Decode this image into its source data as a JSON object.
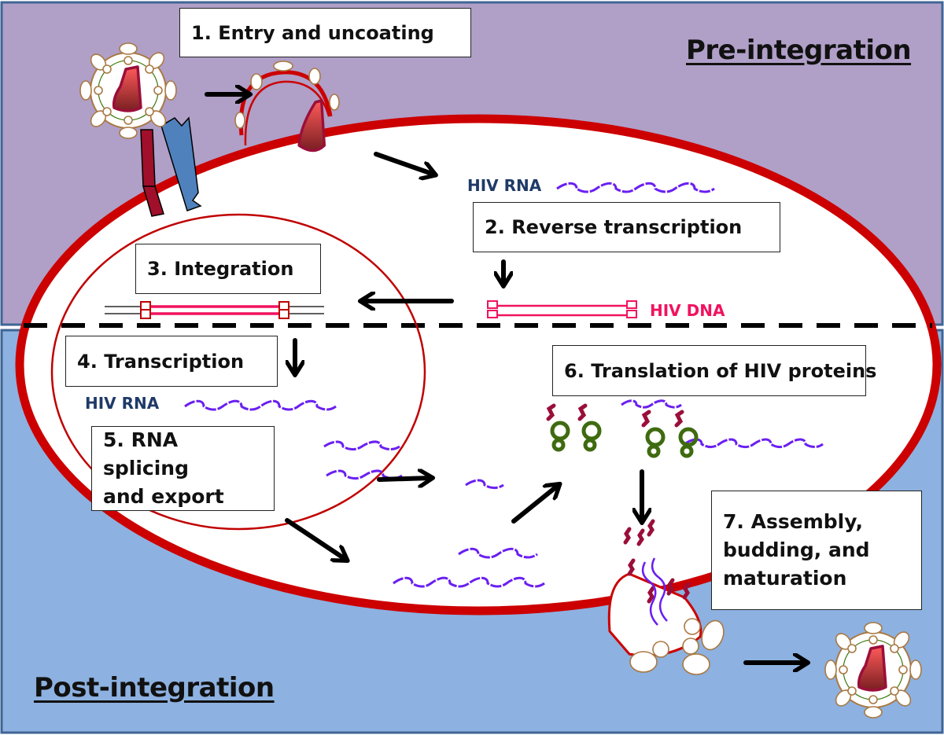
{
  "diagram": {
    "title": "HIV life cycle",
    "regions": {
      "top": {
        "label": "Pre-integration",
        "color": "#b09fc7"
      },
      "bottom": {
        "label": "Post-integration",
        "color": "#8db1e0"
      }
    },
    "steps": [
      {
        "number": "1.",
        "label": "Entry and uncoating"
      },
      {
        "number": "2.",
        "label": "Reverse transcription"
      },
      {
        "number": "3.",
        "label": "Integration"
      },
      {
        "number": "4.",
        "label": "Transcription"
      },
      {
        "number": "5.",
        "label": "RNA splicing",
        "label2": "and export"
      },
      {
        "number": "6.",
        "label": "Translation of HIV proteins"
      },
      {
        "number": "7.",
        "label": "Assembly,",
        "label2": "budding, and",
        "label3": "maturation"
      }
    ],
    "molecules": {
      "rna_top": "HIV RNA",
      "dna": "HIV DNA",
      "rna_nucleus": "HIV RNA"
    },
    "colors": {
      "cell_membrane": "#cc0000",
      "nucleus_membrane": "#c00000",
      "rna": "#6a1ff0",
      "dna": "#f0135f",
      "rna_label": "#1f3a68",
      "dna_label": "#f0135f",
      "ribosome": "#3f6b10",
      "protein": "#9a0f3a",
      "virion_envelope": "#a97943",
      "capsid": "#c0303a",
      "receptor_cd4": "#a0102a",
      "coreceptor": "#4f81bd",
      "frame": "#3f6594"
    }
  }
}
